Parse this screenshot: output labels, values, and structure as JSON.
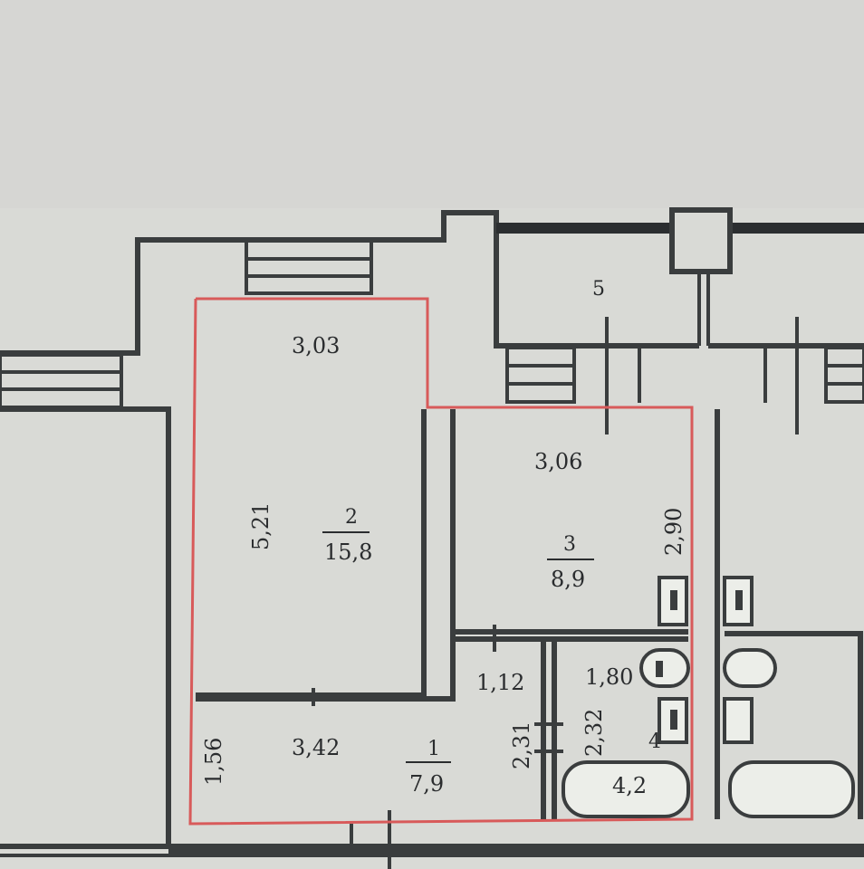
{
  "plan": {
    "outline_color": "#d85a5a",
    "wall_color": "#3a3d3e",
    "paper_color": "#d9dad6",
    "rooms": [
      {
        "number": "1",
        "area": "7,9",
        "width": "3,42",
        "depth": "1,56",
        "extra": "1,12",
        "side": "2,31"
      },
      {
        "number": "2",
        "area": "15,8",
        "width": "3,03",
        "depth": "5,21"
      },
      {
        "number": "3",
        "area": "8,9",
        "width": "3,06",
        "depth": "2,90"
      },
      {
        "number": "4",
        "area": "4,2",
        "width": "1,80",
        "depth": "2,32"
      },
      {
        "number": "5"
      }
    ]
  }
}
